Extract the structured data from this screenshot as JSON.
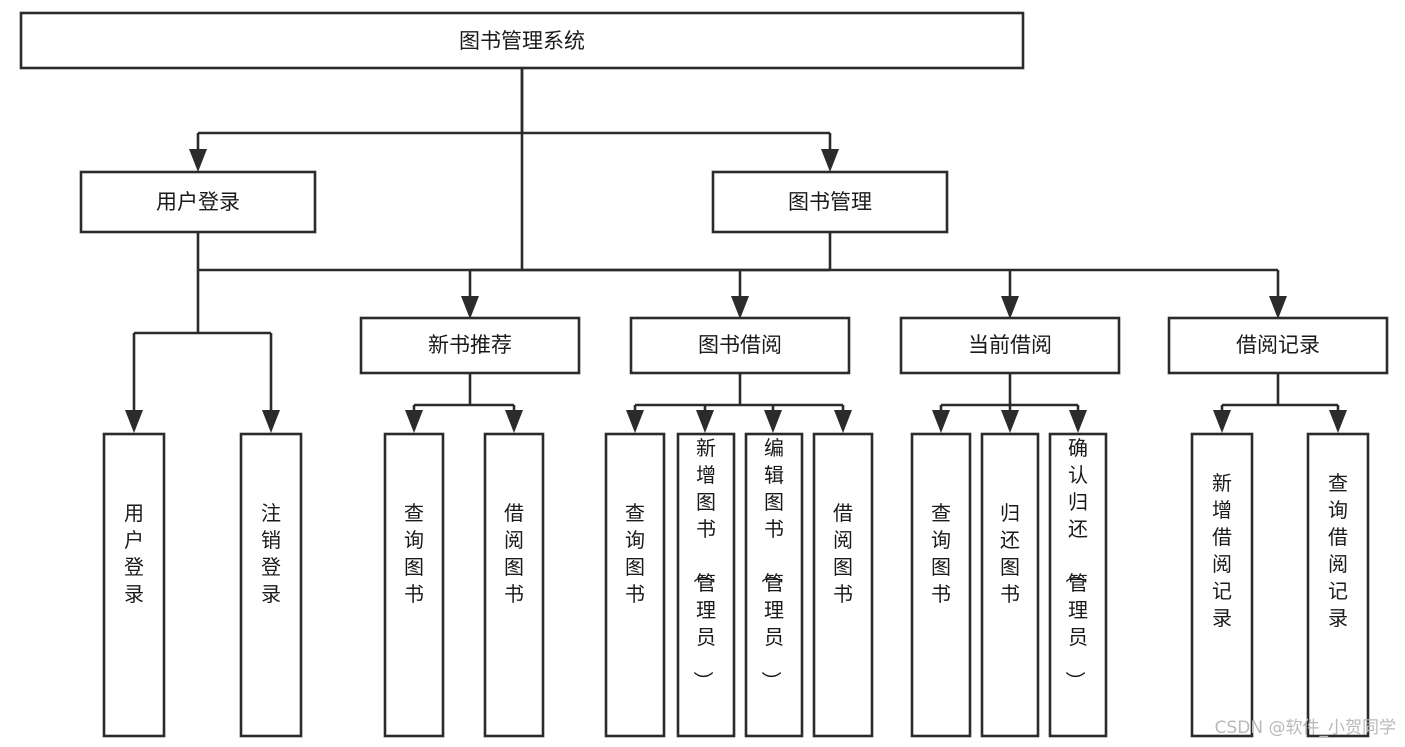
{
  "diagram": {
    "type": "tree-structure-chart",
    "orientation": "top-down",
    "background_color": "#ffffff",
    "line_color": "#2b2b2b",
    "text_color": "#1a1a1a",
    "root": {
      "id": "root",
      "label": "图书管理系统"
    },
    "level1": [
      {
        "id": "user-login",
        "label": "用户登录"
      },
      {
        "id": "book-management",
        "label": "图书管理"
      }
    ],
    "level2": [
      {
        "id": "new-book-recommend",
        "label": "新书推荐",
        "parent": "book-management"
      },
      {
        "id": "book-borrow",
        "label": "图书借阅",
        "parent": "book-management"
      },
      {
        "id": "current-borrow",
        "label": "当前借阅",
        "parent": "book-management"
      },
      {
        "id": "borrow-record",
        "label": "借阅记录",
        "parent": "book-management"
      }
    ],
    "leaves": [
      {
        "id": "leaf-user-login",
        "label": "用户登录",
        "parent": "user-login"
      },
      {
        "id": "leaf-user-logout",
        "label": "注销登录",
        "parent": "user-login"
      },
      {
        "id": "leaf-query-book-1",
        "label": "查询图书",
        "parent": "new-book-recommend"
      },
      {
        "id": "leaf-borrow-book-1",
        "label": "借阅图书",
        "parent": "new-book-recommend"
      },
      {
        "id": "leaf-query-book-2",
        "label": "查询图书",
        "parent": "book-borrow"
      },
      {
        "id": "leaf-add-book",
        "label": "新增图书（管理员）",
        "parent": "book-borrow"
      },
      {
        "id": "leaf-edit-book",
        "label": "编辑图书（管理员）",
        "parent": "book-borrow"
      },
      {
        "id": "leaf-borrow-book-2",
        "label": "借阅图书",
        "parent": "book-borrow"
      },
      {
        "id": "leaf-query-book-3",
        "label": "查询图书",
        "parent": "current-borrow"
      },
      {
        "id": "leaf-return-book",
        "label": "归还图书",
        "parent": "current-borrow"
      },
      {
        "id": "leaf-confirm-return",
        "label": "确认归还（管理员）",
        "parent": "current-borrow"
      },
      {
        "id": "leaf-add-record",
        "label": "新增借阅记录",
        "parent": "borrow-record"
      },
      {
        "id": "leaf-query-record",
        "label": "查询借阅记录",
        "parent": "borrow-record"
      }
    ]
  },
  "watermark": {
    "text": "CSDN @软件_小贺同学"
  }
}
